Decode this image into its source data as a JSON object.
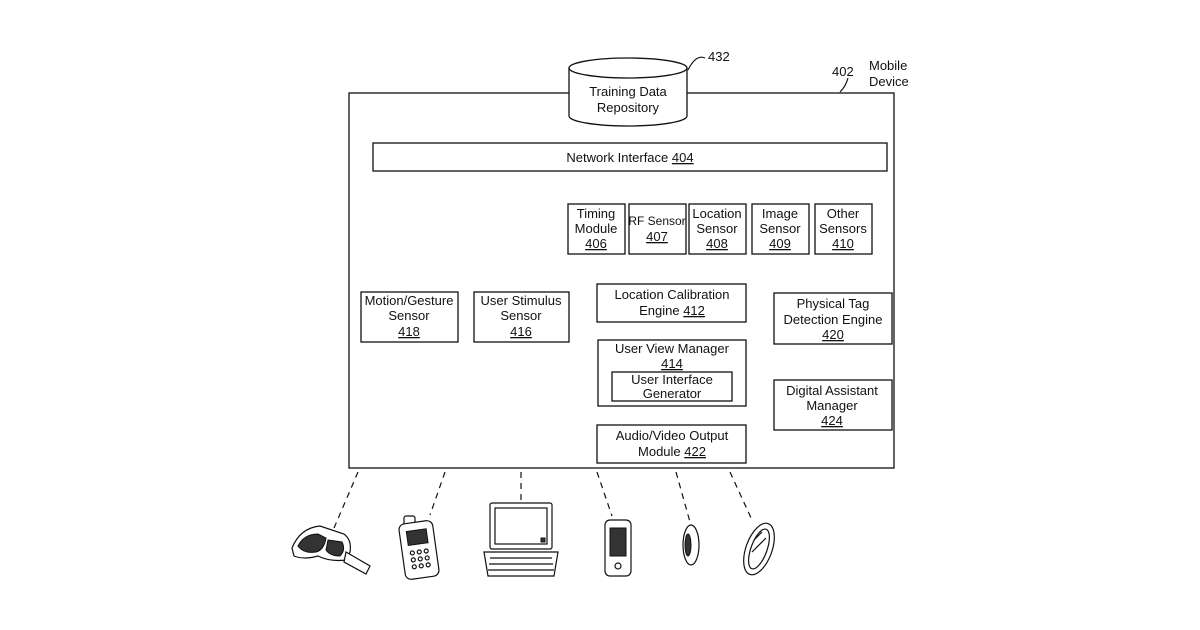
{
  "labels": {
    "repo_ref": "432",
    "device_ref": "402",
    "device_title_1": "Mobile",
    "device_title_2": "Device",
    "repo_1": "Training Data",
    "repo_2": "Repository",
    "network": "Network Interface",
    "network_ref": "404",
    "timing_1": "Timing",
    "timing_2": "Module",
    "timing_ref": "406",
    "rf_1": "RF Sensor",
    "rf_ref": "407",
    "loc_1": "Location",
    "loc_2": "Sensor",
    "loc_ref": "408",
    "img_1": "Image",
    "img_2": "Sensor",
    "img_ref": "409",
    "other_1": "Other",
    "other_2": "Sensors",
    "other_ref": "410",
    "motion_1": "Motion/Gesture",
    "motion_2": "Sensor",
    "motion_ref": "418",
    "stim_1": "User Stimulus",
    "stim_2": "Sensor",
    "stim_ref": "416",
    "calib_1": "Location Calibration",
    "calib_2": "Engine",
    "calib_ref": "412",
    "tag_1": "Physical Tag",
    "tag_2": "Detection Engine",
    "tag_ref": "420",
    "uvm_1": "User View Manager",
    "uvm_ref": "414",
    "uig_1": "User Interface",
    "uig_2": "Generator",
    "da_1": "Digital Assistant",
    "da_2": "Manager",
    "da_ref": "424",
    "av_1": "Audio/Video Output",
    "av_2": "Module",
    "av_ref": "422"
  }
}
